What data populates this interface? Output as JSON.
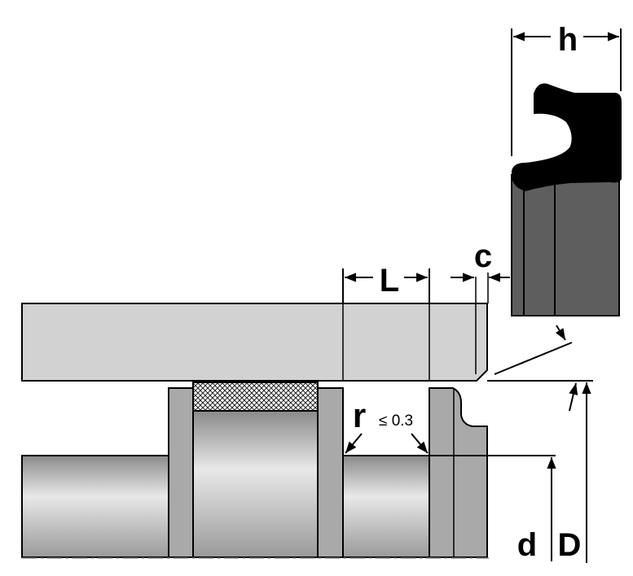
{
  "labels": {
    "h": "h",
    "L": "L",
    "c": "c",
    "r": "r",
    "r_tolerance": "≤ 0.3",
    "d": "d",
    "D": "D"
  },
  "colors": {
    "rod": "#d2d2d2",
    "housing": "#a9a9a9",
    "seal_body": "#5e5e5e",
    "seal_lip": "#000000"
  }
}
